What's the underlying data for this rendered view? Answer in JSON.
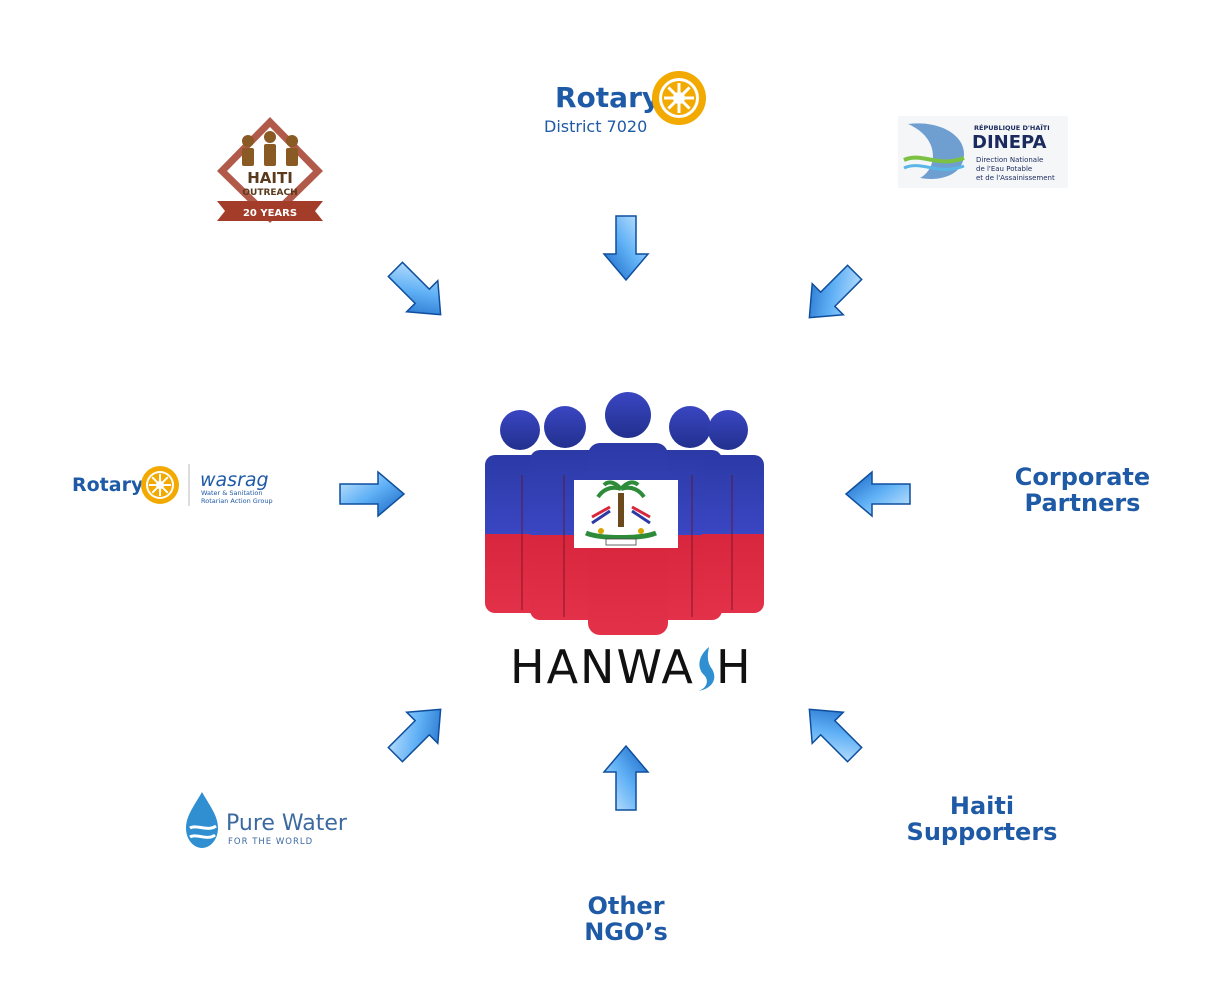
{
  "center": {
    "name": "HANWASH",
    "name_left": "HANWA",
    "name_right": "H"
  },
  "logos": {
    "rotary_district": {
      "word": "Rotary",
      "sub": "District 7020"
    },
    "haiti_outreach": {
      "line1": "HAITI",
      "line2": "OUTREACH",
      "ribbon": "20 YEARS"
    },
    "dinepa": {
      "top": "RÉPUBLIQUE D'HAÏTI",
      "name": "DINEPA",
      "line1": "Direction Nationale",
      "line2": "de l'Eau Potable",
      "line3": "et de l'Assainissement"
    },
    "rotary_wasrag": {
      "word": "Rotary",
      "name": "wasrag",
      "line1": "Water & Sanitation",
      "line2": "Rotarian Action Group"
    },
    "pure_water": {
      "name": "Pure Water",
      "sub": "FOR THE WORLD"
    }
  },
  "text_partners": {
    "corporate": [
      "Corporate",
      "Partners"
    ],
    "haiti": [
      "Haiti",
      "Supporters"
    ],
    "ngos": [
      "Other",
      "NGO’s"
    ]
  },
  "colors": {
    "brand_blue": "#1f5aa6",
    "rotary_gold": "#f2a900",
    "arrow_light": "#9fd3ff",
    "arrow_dark": "#1a73d1",
    "haiti_blue": "#2b3aa6",
    "haiti_red": "#d7263d"
  }
}
